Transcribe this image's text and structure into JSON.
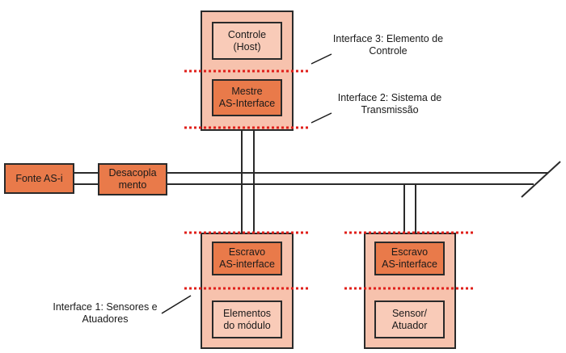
{
  "diagram": {
    "host": {
      "label": "Controle\n(Host)"
    },
    "master": {
      "label": "Mestre\nAS-Interface"
    },
    "power_supply": {
      "label": "Fonte AS-i"
    },
    "decoupling": {
      "label": "Desacopla\nmento"
    },
    "slave_left": {
      "label": "Escravo\nAS-interface"
    },
    "module_elements": {
      "label": "Elementos\ndo módulo"
    },
    "slave_right": {
      "label": "Escravo\nAS-interface"
    },
    "sensor_actuator": {
      "label": "Sensor/\nAtuador"
    },
    "interface3": {
      "label": "Interface 3: Elemento de\nControle"
    },
    "interface2": {
      "label": "Interface 2: Sistema de\nTransmissão"
    },
    "interface1": {
      "label": "Interface 1: Sensores e\nAtuadores"
    }
  },
  "colors": {
    "panel_fill": "#f7c2ad",
    "component_fill": "#e97a4a",
    "dotted_line": "#e0201b",
    "stroke": "#2a2a2a"
  }
}
